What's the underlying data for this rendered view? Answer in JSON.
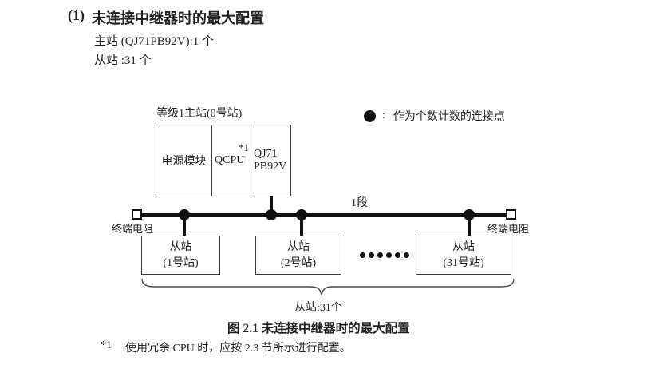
{
  "page": {
    "heading_number": "(1)",
    "heading_text": "未连接中继器时的最大配置",
    "line_master": "主站 (QJ71PB92V):1 个",
    "line_slave": "从站 :31 个"
  },
  "diagram": {
    "master_label": "等级1主站(0号站)",
    "master_cells": {
      "power": "电源模块",
      "cpu": "QCPU",
      "cpu_note_ref": "*1",
      "module_line1": "QJ71",
      "module_line2": "PB92V"
    },
    "legend": {
      "symbol": "●",
      "separator": ":",
      "text": "作为个数计数的连接点"
    },
    "segment_label": "1段",
    "terminator_left": "终端电阻",
    "terminator_right": "终端电阻",
    "slaves": [
      {
        "line1": "从站",
        "line2": "(1号站)"
      },
      {
        "line1": "从站",
        "line2": "(2号站)"
      },
      {
        "line1": "从站",
        "line2": "(31号站)"
      }
    ],
    "ellipsis_dots": 6,
    "brace_label": "从站:31个"
  },
  "caption": "图 2.1 未连接中继器时的最大配置",
  "footnote": {
    "ref": "*1",
    "text": "使用冗余 CPU 时，应按 2.3 节所示进行配置。"
  }
}
